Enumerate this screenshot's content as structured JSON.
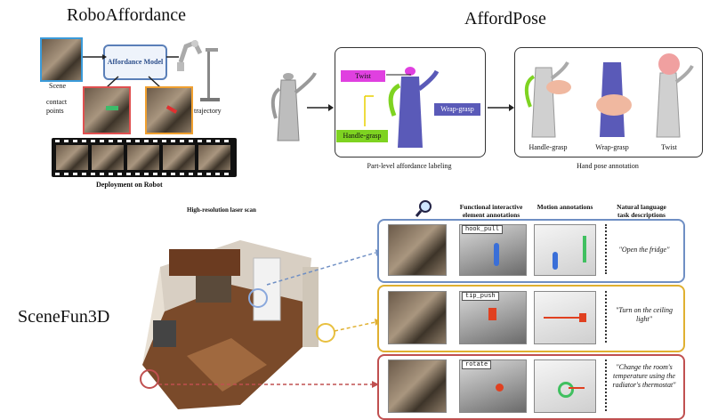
{
  "roboaffordance": {
    "title": "RoboAffordance",
    "model_label": "Affordance Model",
    "scene_label": "Scene",
    "contact_label": "contact points",
    "trajectory_label": "trajectory",
    "deployment_label": "Deployment on Robot"
  },
  "affordpose": {
    "title": "AffordPose",
    "twist_tag": "Twist",
    "wrap_tag": "Wrap-grasp",
    "handle_tag": "Handle-grasp",
    "part_label_caption": "Part-level affordance labeling",
    "hand_pose_caption": "Hand pose annotation",
    "pose_labels": [
      "Handle-grasp",
      "Wrap-grasp",
      "Twist"
    ]
  },
  "scenefun": {
    "title": "SceneFun3D",
    "scan_label": "High-resolution laser scan",
    "col_headers": {
      "functional": "Functional interactive element annotations",
      "motion": "Motion annotations",
      "language": "Natural language task descriptions"
    },
    "rows": [
      {
        "tag": "hook_pull",
        "quote": "\"Open the fridge\"",
        "color": "#6f8fc4"
      },
      {
        "tag": "tip_push",
        "quote": "\"Turn on the ceiling light\"",
        "color": "#e0b030"
      },
      {
        "tag": "rotate",
        "quote": "\"Change the room's temperature using the radiator's thermostat\"",
        "color": "#c05050"
      }
    ]
  },
  "colors": {
    "twist": "#e040e0",
    "wrap": "#5a5ab8",
    "handle": "#7ed321",
    "scene_border": "#3a9ad9",
    "contact_border": "#e05050",
    "trajectory_border": "#f0a030"
  }
}
